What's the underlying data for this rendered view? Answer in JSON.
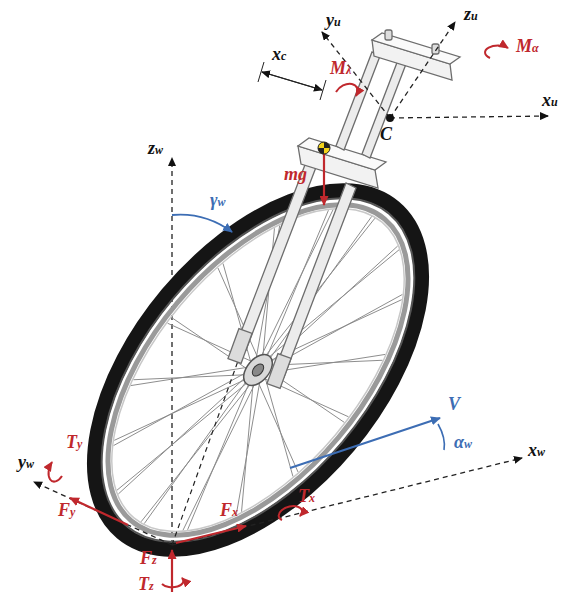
{
  "diagram": {
    "labels": [
      "zu",
      "yu",
      "xc",
      "Mλ",
      "Mα",
      "xu",
      "C",
      "mg",
      "zw",
      "γw",
      "yw",
      "Ty",
      "Fy",
      "Fx",
      "Tx",
      "Fz",
      "Tz",
      "V",
      "αw",
      "xw"
    ]
  }
}
